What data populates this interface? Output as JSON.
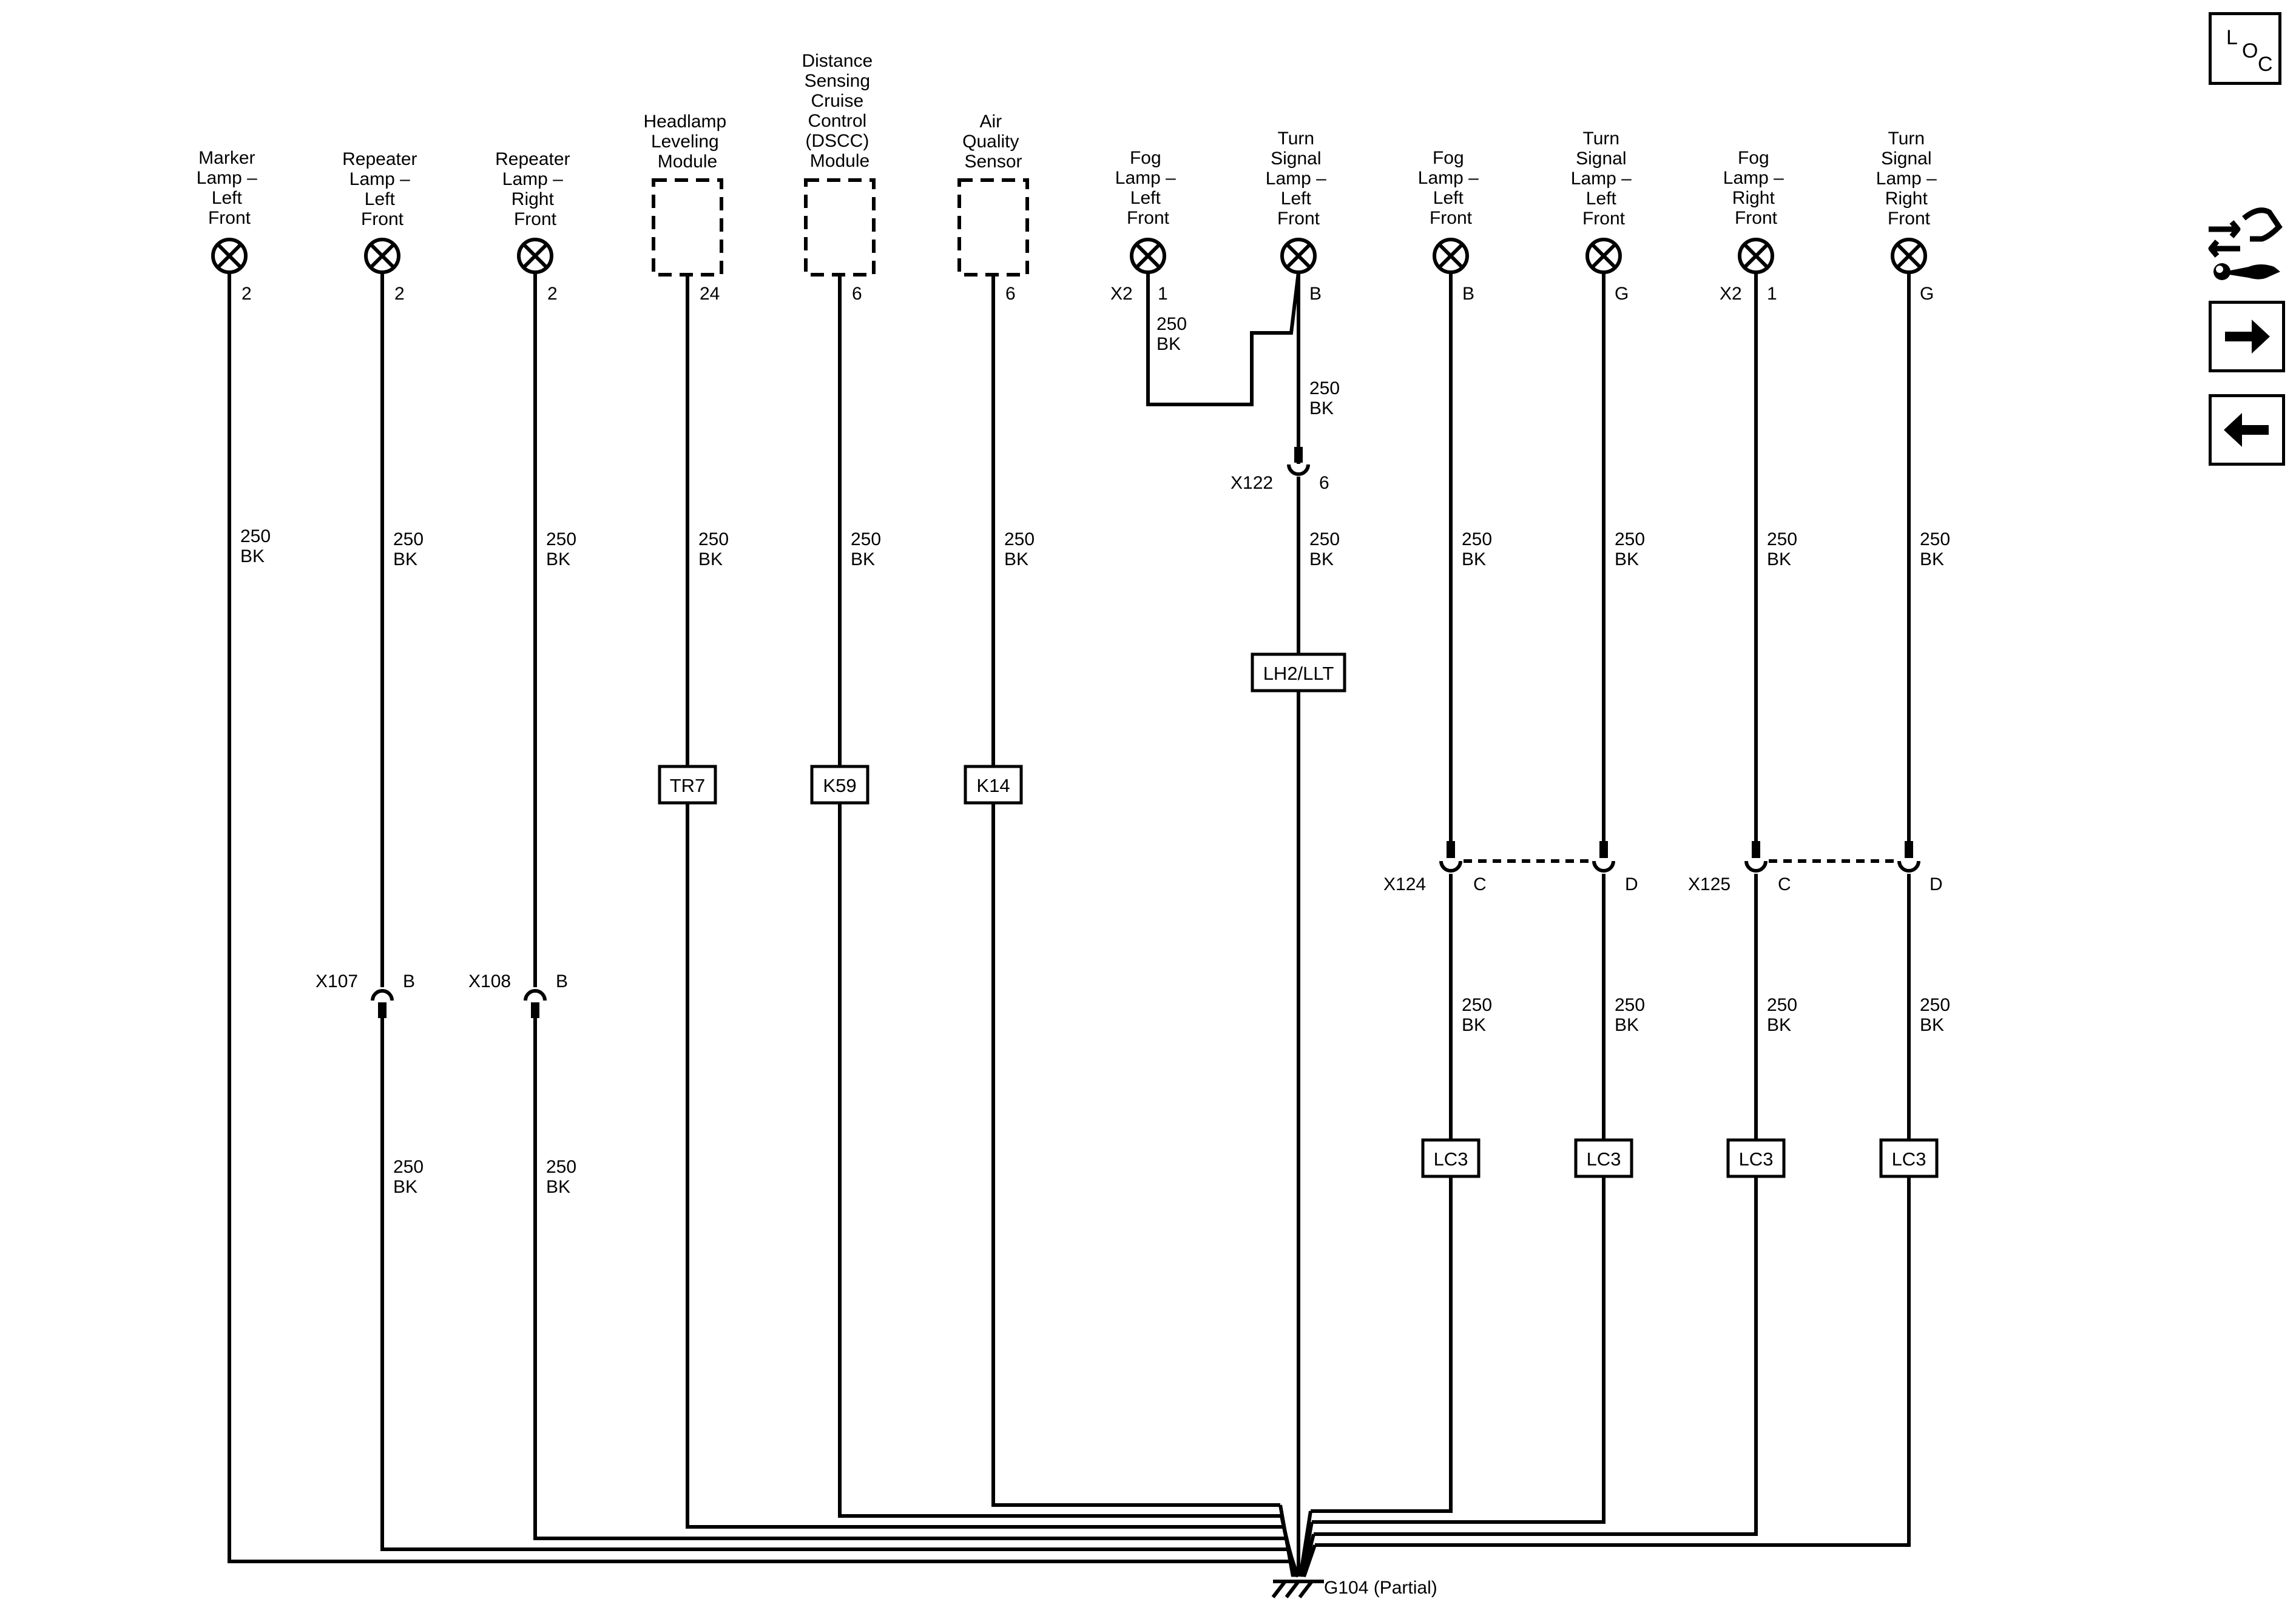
{
  "components": [
    {
      "name": [
        "Marker",
        "Lamp –",
        "Left",
        "Front"
      ],
      "pin": "2"
    },
    {
      "name": [
        "Repeater",
        "Lamp –",
        "Left",
        "Front"
      ],
      "pin": "2"
    },
    {
      "name": [
        "Repeater",
        "Lamp –",
        "Right",
        "Front"
      ],
      "pin": "2"
    },
    {
      "name": [
        "Headlamp",
        "Leveling",
        "Module"
      ],
      "pin": "24"
    },
    {
      "name": [
        "Distance",
        "Sensing",
        "Cruise",
        "Control",
        "(DSCC)",
        "Module"
      ],
      "pin": "6"
    },
    {
      "name": [
        "Air",
        "Quality",
        "Sensor"
      ],
      "pin": "6"
    },
    {
      "name": [
        "Fog",
        "Lamp –",
        "Left",
        "Front"
      ],
      "connector": "X2",
      "pin": "1"
    },
    {
      "name": [
        "Turn",
        "Signal",
        "Lamp –",
        "Left",
        "Front"
      ],
      "pin": "B"
    },
    {
      "name": [
        "Fog",
        "Lamp –",
        "Left",
        "Front"
      ],
      "pin": "B"
    },
    {
      "name": [
        "Turn",
        "Signal",
        "Lamp –",
        "Left",
        "Front"
      ],
      "pin": "G"
    },
    {
      "name": [
        "Fog",
        "Lamp –",
        "Right",
        "Front"
      ],
      "connector": "X2",
      "pin": "1"
    },
    {
      "name": [
        "Turn",
        "Signal",
        "Lamp –",
        "Right",
        "Front"
      ],
      "pin": "G"
    }
  ],
  "wire": {
    "circuit": "250",
    "color": "BK"
  },
  "inline_connectors": [
    {
      "id": "X107",
      "pin": "B"
    },
    {
      "id": "X108",
      "pin": "B"
    },
    {
      "id": "X122",
      "pin": "6"
    },
    {
      "id": "X124",
      "pins": [
        "C",
        "D"
      ]
    },
    {
      "id": "X125",
      "pins": [
        "C",
        "D"
      ]
    }
  ],
  "option_tags": [
    "TR7",
    "K59",
    "K14",
    "LH2/LLT",
    "LC3",
    "LC3",
    "LC3",
    "LC3"
  ],
  "ground": {
    "label": "G104 (Partial)"
  },
  "sidebar": {
    "loc": {
      "L": "L",
      "O": "O",
      "C": "C"
    },
    "icons": [
      "connector-repair-icon",
      "arrow-right-icon",
      "arrow-left-icon"
    ]
  }
}
